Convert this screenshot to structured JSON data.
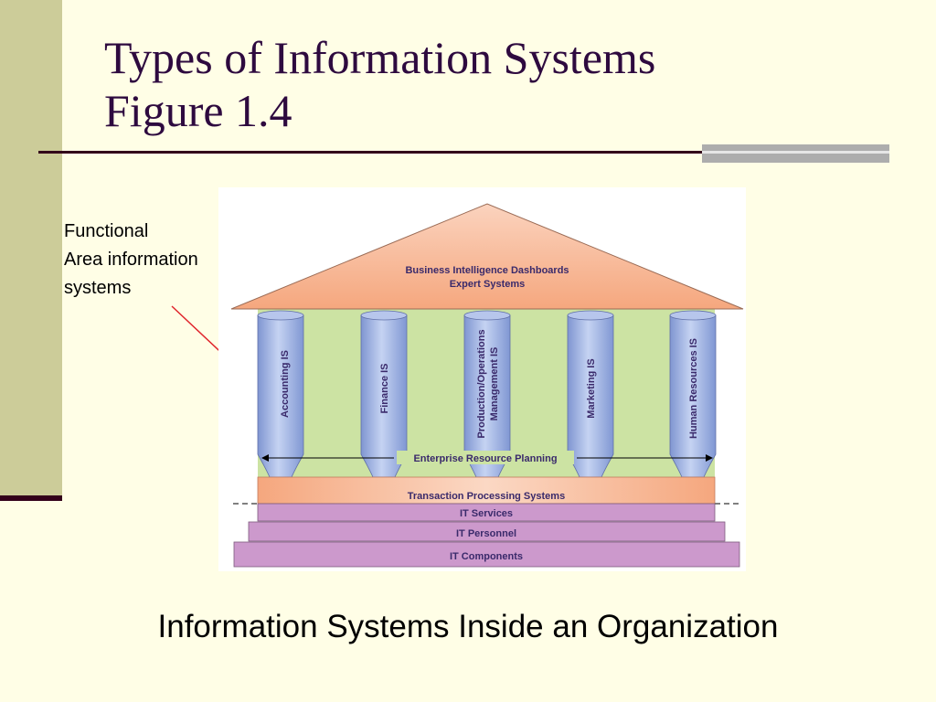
{
  "slide": {
    "title_line1": "Types of Information Systems",
    "title_line2": "Figure 1.4",
    "callout": {
      "line1": "Functional",
      "line2": "Area information",
      "line3": "systems"
    },
    "caption": "Information Systems Inside an Organization"
  },
  "diagram": {
    "roof": {
      "line1": "Business Intelligence Dashboards",
      "line2": "Expert Systems"
    },
    "pillars": [
      {
        "line1": "Accounting IS",
        "line2": ""
      },
      {
        "line1": "Finance IS",
        "line2": ""
      },
      {
        "line1": "Production/Operations",
        "line2": "Management IS"
      },
      {
        "line1": "Marketing IS",
        "line2": ""
      },
      {
        "line1": "Human Resources IS",
        "line2": ""
      }
    ],
    "erp_label": "Enterprise Resource Planning",
    "tps_label": "Transaction Processing Systems",
    "steps": [
      "IT Services",
      "IT Personnel",
      "IT Components"
    ]
  },
  "colors": {
    "background": "#FFFEE6",
    "roof": "#F5A77E",
    "panel": "#CCE3A3",
    "pillar": "#9DB2E4",
    "tps": "#F5A77E",
    "steps": "#CC99CC",
    "arrow": "#E0242B"
  }
}
